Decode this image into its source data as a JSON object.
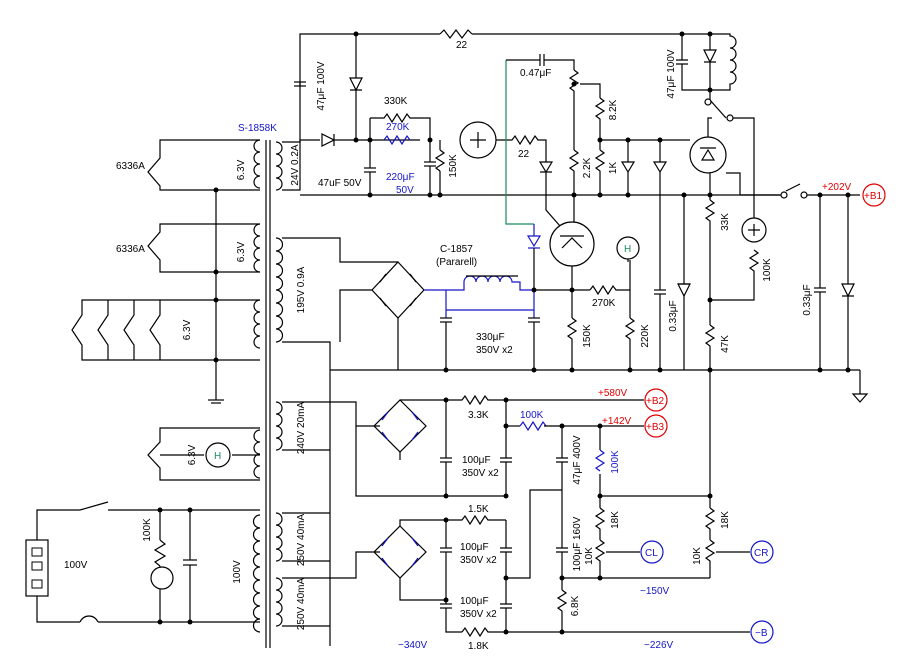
{
  "transformer": {
    "main_label": "S-1858K",
    "windings": {
      "heater_6336a_1": "6.3V",
      "heater_6336a_2": "6.3V",
      "heater_shared": "6.3V",
      "heater_h": "6.3V",
      "bias_24v": "24V 0.2A",
      "hv_195v": "195V 0.9A",
      "hv_240v": "240V 20mA",
      "hv_250v_a": "250V 40mA",
      "hv_250v_b": "250V 40mA",
      "primary": "100V"
    }
  },
  "loads": {
    "tube_1": "6336A",
    "tube_2": "6336A",
    "mains_in": "100V"
  },
  "choke": {
    "name": "C-1857",
    "note": "(Pararell)"
  },
  "components": {
    "r22_top": "22",
    "r330k": "330K",
    "r270k_blue": "270K",
    "c47uf100v_left": "47μF 100V",
    "c47uf50v": "47uF 50V",
    "c220uf": "220μF",
    "c220uf_v": "50V",
    "r150k_a": "150K",
    "r22_mid": "22",
    "c047": "0.47μF",
    "r8_2k": "8.2K",
    "r2_2k": "2.2K",
    "r1k": "1K",
    "c47uf100v_right": "47μF 100V",
    "r33k": "33K",
    "r100k_a": "100K",
    "c033_a": "0.33μF",
    "c033_b": "0.33μF",
    "r270k": "270K",
    "r150k_b": "150K",
    "r220k": "220K",
    "r47k": "47K",
    "c330uf": "330μF",
    "c330uf_v": "350V x2",
    "r3_3k": "3.3K",
    "r100k_blue": "100K",
    "r100k_blue_v": "100K",
    "c100uf_a": "100μF",
    "c100uf_a_v": "350V x2",
    "c47uf400v": "47μF 400V",
    "r1_5k": "1.5K",
    "c100uf_b": "100μF",
    "c100uf_b_v": "350V x2",
    "c100uf160v": "100μF 160V",
    "r18k_a": "18K",
    "r10k_a": "10K",
    "r18k_b": "18K",
    "r10k_b": "10K",
    "c100uf_c": "100μF",
    "c100uf_c_v": "350V x2",
    "r6_8k": "6.8K",
    "r1_8k": "1.8K",
    "r100k_prim": "100K"
  },
  "terminals": {
    "b1": "+B1",
    "b2": "+B2",
    "b3": "+B3",
    "cl": "CL",
    "cr": "CR",
    "bneg": "−B",
    "h1": "H",
    "h2": "H"
  },
  "voltages": {
    "b1": "+202V",
    "b2": "+580V",
    "b3": "+142V",
    "v150": "−150V",
    "v340": "−340V",
    "v226": "−226V"
  },
  "colors": {
    "wire": "#000000",
    "blue": "#1515c8",
    "green": "#1a8a5a",
    "red": "#e00000"
  }
}
